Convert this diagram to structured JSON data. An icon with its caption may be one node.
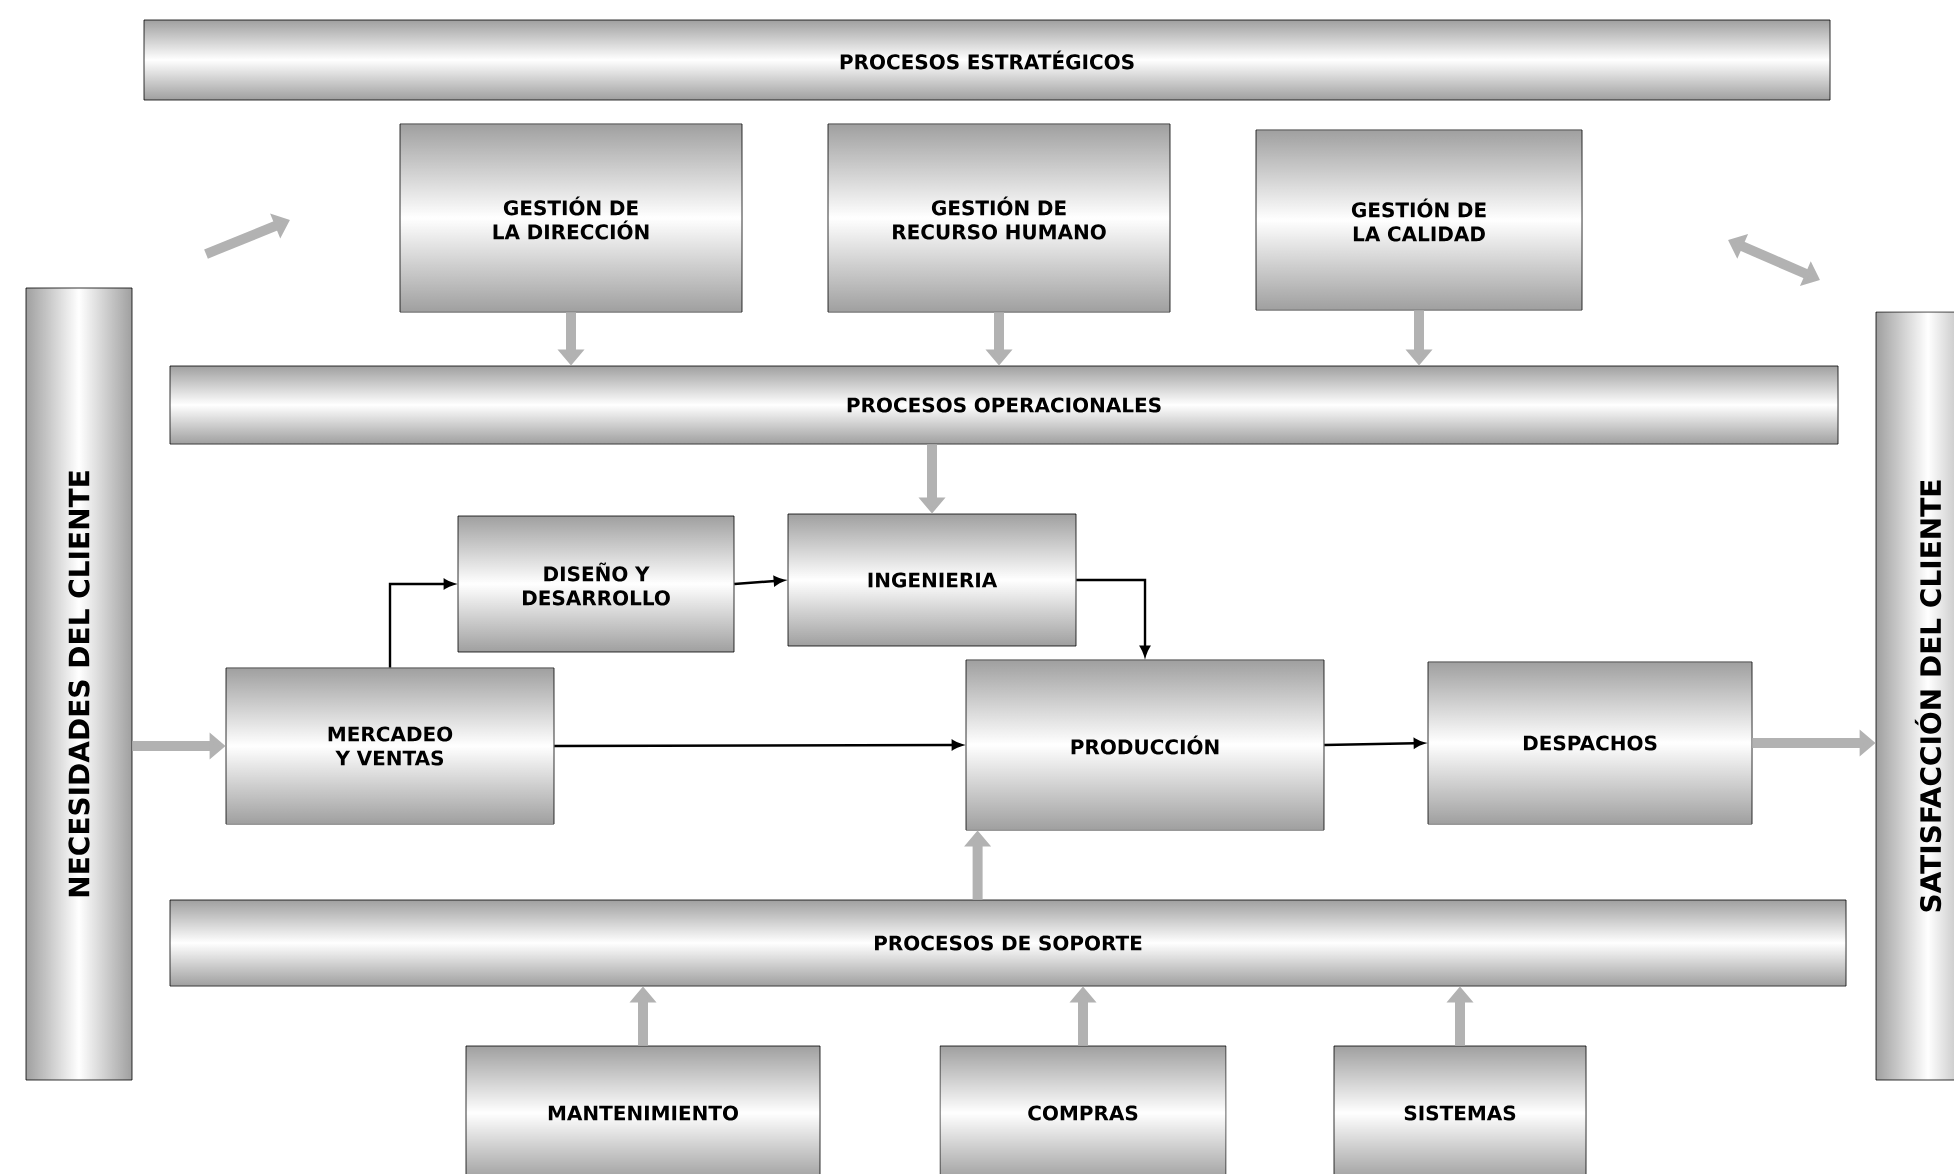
{
  "diagram": {
    "nodes": [
      {
        "text": [
          "PROCESOS ESTRATÉGICOS"
        ]
      },
      {
        "text": [
          "GESTIÓN DE LA DIRECCIÓN"
        ]
      },
      {
        "text": [
          "GESTIÓN DE RECURSO HUMANO"
        ]
      },
      {
        "text": [
          "GESTIÓN DE LA CALIDAD"
        ]
      },
      {
        "text": [
          "PROCESOS OPERACIONALES"
        ]
      },
      {
        "text": [
          "DISEÑO Y DESARROLLO"
        ]
      },
      {
        "text": [
          "INGENIERIA"
        ]
      },
      {
        "text": [
          "MERCADEO Y VENTAS"
        ]
      },
      {
        "text": [
          "PRODUCCIÓN"
        ]
      },
      {
        "text": [
          "DESPACHOS"
        ]
      },
      {
        "text": [
          "PROCESOS DE SOPORTE"
        ]
      },
      {
        "text": [
          "MANTENIMIENTO"
        ]
      },
      {
        "text": [
          "COMPRAS"
        ]
      },
      {
        "text": [
          "SISTEMAS"
        ]
      },
      {
        "text": [
          "NECESIDADES  DEL CLIENTE"
        ]
      },
      {
        "text": [
          "SATISFACCIÓN DEL CLIENTE"
        ]
      }
    ],
    "edges": [
      {
        "from": 1,
        "to": 4,
        "arrow": "to"
      },
      {
        "from": 2,
        "to": 4,
        "arrow": "to"
      },
      {
        "from": 3,
        "to": 4,
        "arrow": "to"
      },
      {
        "from": 4,
        "to": 6,
        "arrow": "to"
      },
      {
        "from": 14,
        "to": 7,
        "arrow": "to"
      },
      {
        "from": 7,
        "to": 5,
        "arrow": "to",
        "color": "#000000"
      },
      {
        "from": 5,
        "to": 6,
        "arrow": "to",
        "color": "#000000"
      },
      {
        "from": 6,
        "to": 8,
        "arrow": "to",
        "color": "#000000"
      },
      {
        "from": 7,
        "to": 8,
        "arrow": "to",
        "color": "#000000"
      },
      {
        "from": 8,
        "to": 9,
        "arrow": "to",
        "color": "#000000"
      },
      {
        "from": 9,
        "to": 15,
        "arrow": "to"
      },
      {
        "from": 10,
        "to": 8,
        "arrow": "to"
      },
      {
        "from": 11,
        "to": 10,
        "arrow": "to"
      },
      {
        "from": 12,
        "to": 10,
        "arrow": "to"
      },
      {
        "from": 13,
        "to": 10,
        "arrow": "to"
      }
    ]
  }
}
